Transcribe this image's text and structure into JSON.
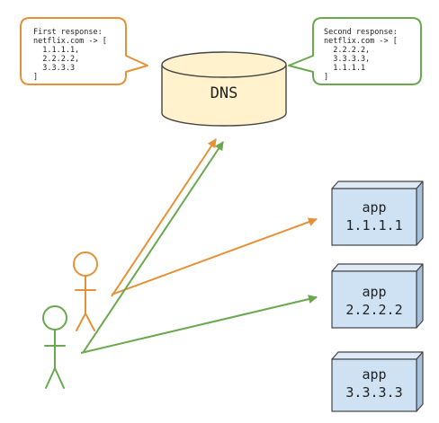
{
  "first_response": {
    "lines": [
      "First response:",
      "netflix.com -> [",
      "  1.1.1.1,",
      "  2.2.2.2,",
      "  3.3.3.3",
      "]"
    ],
    "color": "#e69138"
  },
  "second_response": {
    "lines": [
      "Second response:",
      "netflix.com -> [",
      "  2.2.2.2,",
      "  3.3.3.3,",
      "  1.1.1.1",
      "]"
    ],
    "color": "#6aa84f"
  },
  "dns": {
    "label": "DNS",
    "fill": "#fff2cc"
  },
  "apps": [
    {
      "name": "app",
      "ip": "1.1.1.1"
    },
    {
      "name": "app",
      "ip": "2.2.2.2"
    },
    {
      "name": "app",
      "ip": "3.3.3.3"
    }
  ],
  "app_fill": "#cfe2f3",
  "users": [
    {
      "icon": "orange-user-icon",
      "color": "#e69138"
    },
    {
      "icon": "green-user-icon",
      "color": "#6aa84f"
    }
  ]
}
